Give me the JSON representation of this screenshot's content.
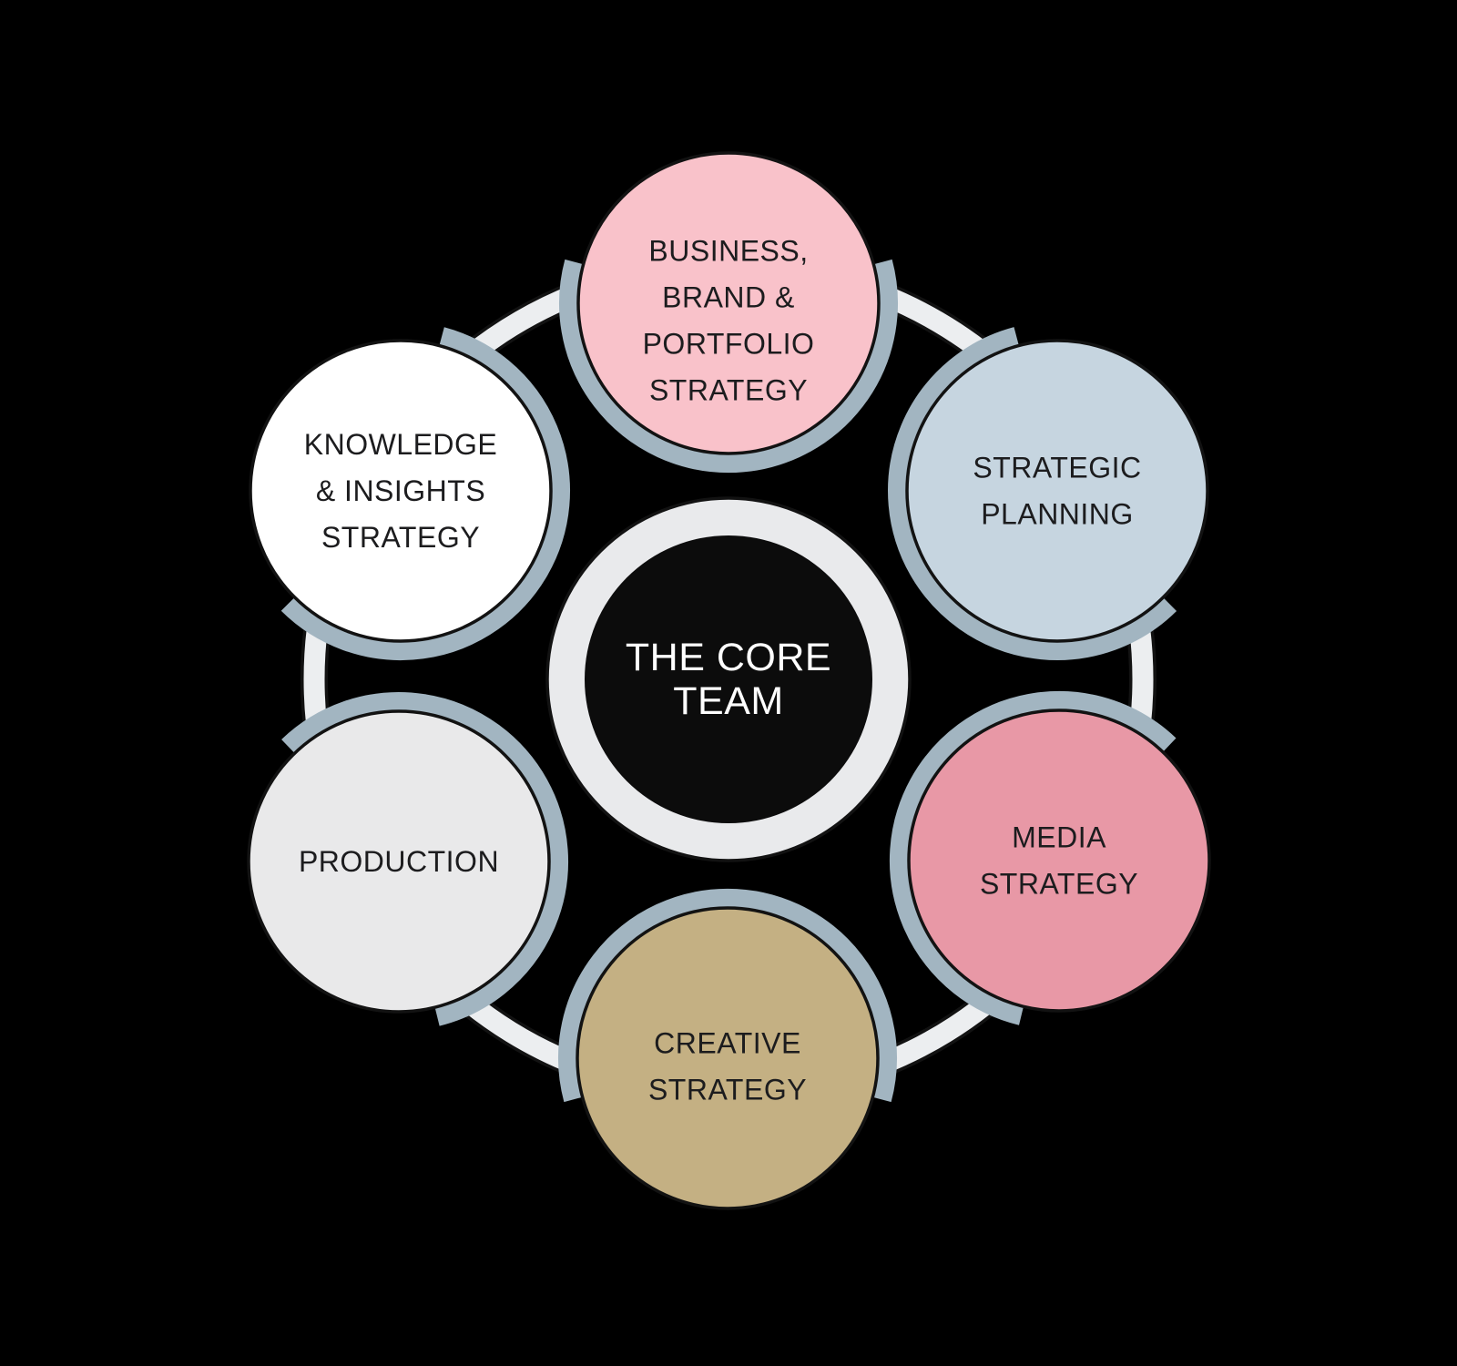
{
  "colors": {
    "background": "#000000",
    "outline": "#121212",
    "shadow": "#a2b5c1",
    "ring": "#eceef0",
    "center_ring": "#e9eaec",
    "center_fill": "#0c0c0c",
    "text": "#1c1c1e",
    "center_text": "#ffffff"
  },
  "center": {
    "id": "the-core-team",
    "lines": [
      "THE CORE",
      "TEAM"
    ]
  },
  "nodes": [
    {
      "id": "business-brand-portfolio-strategy",
      "color": "#f9c2ca",
      "lines": [
        "BUSINESS,",
        "BRAND &",
        "PORTFOLIO",
        "STRATEGY"
      ]
    },
    {
      "id": "strategic-planning",
      "color": "#c6d5e0",
      "lines": [
        "STRATEGIC",
        "PLANNING"
      ]
    },
    {
      "id": "media-strategy",
      "color": "#e898a6",
      "lines": [
        "MEDIA",
        "STRATEGY"
      ]
    },
    {
      "id": "creative-strategy",
      "color": "#c4b083",
      "lines": [
        "CREATIVE",
        "STRATEGY"
      ]
    },
    {
      "id": "production",
      "color": "#e9e9ea",
      "lines": [
        "PRODUCTION"
      ]
    },
    {
      "id": "knowledge-insights-strategy",
      "color": "#ffffff",
      "lines": [
        "KNOWLEDGE",
        "& INSIGHTS",
        "STRATEGY"
      ]
    }
  ]
}
